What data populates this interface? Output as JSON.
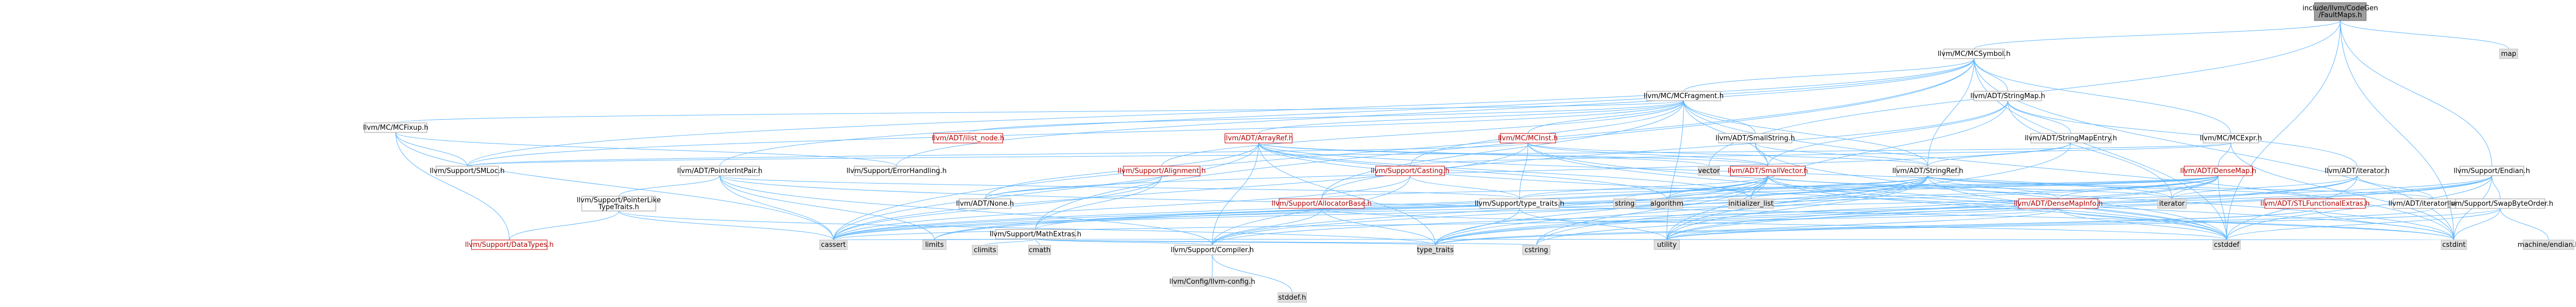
{
  "colors": {
    "node_fill": "#ffffff",
    "node_stroke": "#999999",
    "node_stroke_red": "#cc0000",
    "node_text": "#000000",
    "node_text_red": "#b00000",
    "root_fill": "#9e9e9e",
    "leaf_fill": "#e0e0e0",
    "edge": "#63b8ff",
    "background": "#ffffff"
  },
  "nodes": [
    {
      "id": "root",
      "lines": [
        "include/llvm/CodeGen",
        "/FaultMaps.h"
      ],
      "kind": "root"
    },
    {
      "id": "mcsymbol",
      "lines": [
        "llvm/MC/MCSymbol.h"
      ],
      "kind": "normal"
    },
    {
      "id": "map",
      "lines": [
        "map"
      ],
      "kind": "leaf"
    },
    {
      "id": "mcfragment",
      "lines": [
        "llvm/MC/MCFragment.h"
      ],
      "kind": "normal"
    },
    {
      "id": "adtstringmap",
      "lines": [
        "llvm/ADT/StringMap.h"
      ],
      "kind": "normal"
    },
    {
      "id": "mcfixup",
      "lines": [
        "llvm/MC/MCFixup.h"
      ],
      "kind": "normal"
    },
    {
      "id": "ilistnode",
      "lines": [
        "llvm/ADT/ilist_node.h"
      ],
      "kind": "red"
    },
    {
      "id": "arrayref",
      "lines": [
        "llvm/ADT/ArrayRef.h"
      ],
      "kind": "red"
    },
    {
      "id": "mcinst",
      "lines": [
        "llvm/MC/MCInst.h"
      ],
      "kind": "red"
    },
    {
      "id": "smallstring",
      "lines": [
        "llvm/ADT/SmallString.h"
      ],
      "kind": "normal"
    },
    {
      "id": "stringmapentry",
      "lines": [
        "llvm/ADT/StringMapEntry.h"
      ],
      "kind": "normal"
    },
    {
      "id": "mcexpr",
      "lines": [
        "llvm/MC/MCExpr.h"
      ],
      "kind": "normal"
    },
    {
      "id": "smloc",
      "lines": [
        "llvm/Support/SMLoc.h"
      ],
      "kind": "normal"
    },
    {
      "id": "pointerintpair",
      "lines": [
        "llvm/ADT/PointerIntPair.h"
      ],
      "kind": "normal"
    },
    {
      "id": "errorhandling",
      "lines": [
        "llvm/Support/ErrorHandling.h"
      ],
      "kind": "normal"
    },
    {
      "id": "alignment",
      "lines": [
        "llvm/Support/Alignment.h"
      ],
      "kind": "red"
    },
    {
      "id": "casting",
      "lines": [
        "llvm/Support/Casting.h"
      ],
      "kind": "red"
    },
    {
      "id": "smallvector",
      "lines": [
        "llvm/ADT/SmallVector.h"
      ],
      "kind": "red"
    },
    {
      "id": "stringref",
      "lines": [
        "llvm/ADT/StringRef.h"
      ],
      "kind": "normal"
    },
    {
      "id": "vector",
      "lines": [
        "vector"
      ],
      "kind": "leaf"
    },
    {
      "id": "densemap",
      "lines": [
        "llvm/ADT/DenseMap.h"
      ],
      "kind": "red"
    },
    {
      "id": "iterator",
      "lines": [
        "llvm/ADT/iterator.h"
      ],
      "kind": "normal"
    },
    {
      "id": "endian",
      "lines": [
        "llvm/Support/Endian.h"
      ],
      "kind": "normal"
    },
    {
      "id": "pointerliketypetraits",
      "lines": [
        "llvm/Support/PointerLike",
        "TypeTraits.h"
      ],
      "kind": "normal"
    },
    {
      "id": "none",
      "lines": [
        "llvm/ADT/None.h"
      ],
      "kind": "normal"
    },
    {
      "id": "mathextras",
      "lines": [
        "llvm/Support/MathExtras.h"
      ],
      "kind": "normal"
    },
    {
      "id": "allocatorbase",
      "lines": [
        "llvm/Support/AllocatorBase.h"
      ],
      "kind": "red"
    },
    {
      "id": "typetraits",
      "lines": [
        "llvm/Support/type_traits.h"
      ],
      "kind": "normal"
    },
    {
      "id": "string",
      "lines": [
        "string"
      ],
      "kind": "leaf"
    },
    {
      "id": "algorithm",
      "lines": [
        "algorithm"
      ],
      "kind": "leaf"
    },
    {
      "id": "initializerlist",
      "lines": [
        "initializer_list"
      ],
      "kind": "leaf"
    },
    {
      "id": "densemapinfo",
      "lines": [
        "llvm/ADT/DenseMapInfo.h"
      ],
      "kind": "red"
    },
    {
      "id": "stlfunctionalextras",
      "lines": [
        "llvm/ADT/STLFunctionalExtras.h"
      ],
      "kind": "red"
    },
    {
      "id": "iteratorstd",
      "lines": [
        "iterator"
      ],
      "kind": "leaf"
    },
    {
      "id": "iteratorrange",
      "lines": [
        "llvm/ADT/iterator_range.h"
      ],
      "kind": "normal"
    },
    {
      "id": "swapbyteorder",
      "lines": [
        "llvm/Support/SwapByteOrder.h"
      ],
      "kind": "normal"
    },
    {
      "id": "datatypes",
      "lines": [
        "llvm/Support/DataTypes.h"
      ],
      "kind": "red"
    },
    {
      "id": "cassert",
      "lines": [
        "cassert"
      ],
      "kind": "leaf"
    },
    {
      "id": "limits",
      "lines": [
        "limits"
      ],
      "kind": "leaf"
    },
    {
      "id": "climits",
      "lines": [
        "climits"
      ],
      "kind": "leaf"
    },
    {
      "id": "cmath",
      "lines": [
        "cmath"
      ],
      "kind": "leaf"
    },
    {
      "id": "compiler",
      "lines": [
        "llvm/Support/Compiler.h"
      ],
      "kind": "normal"
    },
    {
      "id": "typetraitsstd",
      "lines": [
        "type_traits"
      ],
      "kind": "leaf"
    },
    {
      "id": "cstring",
      "lines": [
        "cstring"
      ],
      "kind": "leaf"
    },
    {
      "id": "utility",
      "lines": [
        "utility"
      ],
      "kind": "leaf"
    },
    {
      "id": "cstddef",
      "lines": [
        "cstddef"
      ],
      "kind": "leaf"
    },
    {
      "id": "cstdint",
      "lines": [
        "cstdint"
      ],
      "kind": "leaf"
    },
    {
      "id": "machineendian",
      "lines": [
        "machine/endian.h"
      ],
      "kind": "leaf"
    },
    {
      "id": "llvmconfig",
      "lines": [
        "llvm/Config/llvm-config.h"
      ],
      "kind": "leaf"
    },
    {
      "id": "stddef",
      "lines": [
        "stddef.h"
      ],
      "kind": "leaf"
    }
  ],
  "edges": [
    [
      "root",
      "mcsymbol"
    ],
    [
      "root",
      "map"
    ],
    [
      "root",
      "vector"
    ],
    [
      "root",
      "endian"
    ],
    [
      "root",
      "cstddef"
    ],
    [
      "root",
      "cstdint"
    ],
    [
      "mcsymbol",
      "mcfragment"
    ],
    [
      "mcsymbol",
      "adtstringmap"
    ],
    [
      "mcsymbol",
      "mcexpr"
    ],
    [
      "mcsymbol",
      "pointerintpair"
    ],
    [
      "mcsymbol",
      "smloc"
    ],
    [
      "mcsymbol",
      "errorhandling"
    ],
    [
      "mcsymbol",
      "mathextras"
    ],
    [
      "mcsymbol",
      "stringref"
    ],
    [
      "mcsymbol",
      "cassert"
    ],
    [
      "mcsymbol",
      "cstddef"
    ],
    [
      "mcsymbol",
      "cstdint"
    ],
    [
      "mcfragment",
      "ilistnode"
    ],
    [
      "mcfragment",
      "arrayref"
    ],
    [
      "mcfragment",
      "mcinst"
    ],
    [
      "mcfragment",
      "smallstring"
    ],
    [
      "mcfragment",
      "smallvector"
    ],
    [
      "mcfragment",
      "stringref"
    ],
    [
      "mcfragment",
      "mcfixup"
    ],
    [
      "mcfragment",
      "alignment"
    ],
    [
      "mcfragment",
      "casting"
    ],
    [
      "mcfragment",
      "allocatorbase"
    ],
    [
      "mcfragment",
      "smloc"
    ],
    [
      "mcfragment",
      "cstdint"
    ],
    [
      "mcfragment",
      "utility"
    ],
    [
      "adtstringmap",
      "stringmapentry"
    ],
    [
      "adtstringmap",
      "iterator"
    ],
    [
      "adtstringmap",
      "allocatorbase"
    ],
    [
      "adtstringmap",
      "initializerlist"
    ],
    [
      "adtstringmap",
      "iteratorstd"
    ],
    [
      "adtstringmap",
      "smallvector"
    ],
    [
      "mcfixup",
      "errorhandling"
    ],
    [
      "mcfixup",
      "smloc"
    ],
    [
      "mcfixup",
      "cassert"
    ],
    [
      "mcfixup",
      "datatypes"
    ],
    [
      "arrayref",
      "smallvector"
    ],
    [
      "arrayref",
      "compiler"
    ],
    [
      "arrayref",
      "none"
    ],
    [
      "arrayref",
      "algorithm"
    ],
    [
      "arrayref",
      "cassert"
    ],
    [
      "arrayref",
      "cstddef"
    ],
    [
      "arrayref",
      "initializerlist"
    ],
    [
      "arrayref",
      "iteratorstd"
    ],
    [
      "arrayref",
      "memory"
    ],
    [
      "arrayref",
      "typetraitsstd"
    ],
    [
      "arrayref",
      "vector"
    ],
    [
      "mcinst",
      "smallvector"
    ],
    [
      "mcinst",
      "stringref"
    ],
    [
      "mcinst",
      "smloc"
    ],
    [
      "mcinst",
      "typetraits"
    ],
    [
      "mcinst",
      "cassert"
    ],
    [
      "mcinst",
      "cstddef"
    ],
    [
      "mcinst",
      "cstdint"
    ],
    [
      "smallstring",
      "smallvector"
    ],
    [
      "smallstring",
      "stringref"
    ],
    [
      "smallstring",
      "cstddef"
    ],
    [
      "stringmapentry",
      "stringref"
    ],
    [
      "stringmapentry",
      "none"
    ],
    [
      "stringmapentry",
      "utility"
    ],
    [
      "mcexpr",
      "densemap"
    ],
    [
      "mcexpr",
      "casting"
    ],
    [
      "mcexpr",
      "smloc"
    ],
    [
      "mcexpr",
      "cstdint"
    ],
    [
      "pointerintpair",
      "pointerliketypetraits"
    ],
    [
      "pointerintpair",
      "compiler"
    ],
    [
      "pointerintpair",
      "typetraits"
    ],
    [
      "pointerintpair",
      "cassert"
    ],
    [
      "pointerintpair",
      "cstdint"
    ],
    [
      "pointerintpair",
      "limits"
    ],
    [
      "alignment",
      "mathextras"
    ],
    [
      "alignment",
      "none"
    ],
    [
      "alignment",
      "cassert"
    ],
    [
      "casting",
      "compiler"
    ],
    [
      "casting",
      "typetraits"
    ],
    [
      "casting",
      "cassert"
    ],
    [
      "smallvector",
      "compiler"
    ],
    [
      "smallvector",
      "typetraits"
    ],
    [
      "smallvector",
      "algorithm"
    ],
    [
      "smallvector",
      "cassert"
    ],
    [
      "smallvector",
      "cstddef"
    ],
    [
      "smallvector",
      "cstdint"
    ],
    [
      "smallvector",
      "cstring"
    ],
    [
      "smallvector",
      "initializerlist"
    ],
    [
      "smallvector",
      "iteratorstd"
    ],
    [
      "smallvector",
      "limits"
    ],
    [
      "smallvector",
      "typetraitsstd"
    ],
    [
      "smallvector",
      "utility"
    ],
    [
      "stringref",
      "densemapinfo"
    ],
    [
      "stringref",
      "stlfunctionalextras"
    ],
    [
      "stringref",
      "iteratorrange"
    ],
    [
      "stringref",
      "compiler"
    ],
    [
      "stringref",
      "algorithm"
    ],
    [
      "stringref",
      "cassert"
    ],
    [
      "stringref",
      "cstddef"
    ],
    [
      "stringref",
      "cstring"
    ],
    [
      "stringref",
      "limits"
    ],
    [
      "stringref",
      "string"
    ],
    [
      "stringref",
      "typetraitsstd"
    ],
    [
      "stringref",
      "utility"
    ],
    [
      "densemap",
      "densemapinfo"
    ],
    [
      "densemap",
      "epochtracker"
    ],
    [
      "densemap",
      "allocatorbase"
    ],
    [
      "densemap",
      "mathextras"
    ],
    [
      "densemap",
      "typetraits"
    ],
    [
      "densemap",
      "algorithm"
    ],
    [
      "densemap",
      "cassert"
    ],
    [
      "densemap",
      "cstddef"
    ],
    [
      "densemap",
      "initializerlist"
    ],
    [
      "densemap",
      "iteratorstd"
    ],
    [
      "densemap",
      "typetraitsstd"
    ],
    [
      "densemap",
      "utility"
    ],
    [
      "iterator",
      "iteratorrange"
    ],
    [
      "iterator",
      "cstddef"
    ],
    [
      "iterator",
      "iteratorstd"
    ],
    [
      "iterator",
      "typetraitsstd"
    ],
    [
      "iterator",
      "utility"
    ],
    [
      "endian",
      "compiler"
    ],
    [
      "endian",
      "swapbyteorder"
    ],
    [
      "endian",
      "cassert"
    ],
    [
      "endian",
      "cstddef"
    ],
    [
      "endian",
      "cstdint"
    ],
    [
      "endian",
      "cstring"
    ],
    [
      "endian",
      "typetraitsstd"
    ],
    [
      "pointerliketypetraits",
      "datatypes"
    ],
    [
      "pointerliketypetraits",
      "cassert"
    ],
    [
      "pointerliketypetraits",
      "typetraitsstd"
    ],
    [
      "mathextras",
      "compiler"
    ],
    [
      "mathextras",
      "cassert"
    ],
    [
      "mathextras",
      "climits"
    ],
    [
      "mathextras",
      "cmath"
    ],
    [
      "mathextras",
      "cstdint"
    ],
    [
      "mathextras",
      "cstring"
    ],
    [
      "mathextras",
      "limits"
    ],
    [
      "mathextras",
      "typetraitsstd"
    ],
    [
      "allocatorbase",
      "compiler"
    ],
    [
      "allocatorbase",
      "cstddef"
    ],
    [
      "allocatorbase",
      "typetraitsstd"
    ],
    [
      "typetraits",
      "typetraitsstd"
    ],
    [
      "typetraits",
      "utility"
    ],
    [
      "densemapinfo",
      "cassert"
    ],
    [
      "densemapinfo",
      "cstddef"
    ],
    [
      "densemapinfo",
      "cstdint"
    ],
    [
      "densemapinfo",
      "utility"
    ],
    [
      "stlfunctionalextras",
      "cstdint"
    ],
    [
      "stlfunctionalextras",
      "typetraitsstd"
    ],
    [
      "stlfunctionalextras",
      "utility"
    ],
    [
      "iteratorrange",
      "utility"
    ],
    [
      "swapbyteorder",
      "cstddef"
    ],
    [
      "swapbyteorder",
      "cstdint"
    ],
    [
      "swapbyteorder",
      "typetraitsstd"
    ],
    [
      "swapbyteorder",
      "machineendian"
    ],
    [
      "compiler",
      "llvmconfig"
    ],
    [
      "compiler",
      "stddef"
    ]
  ]
}
